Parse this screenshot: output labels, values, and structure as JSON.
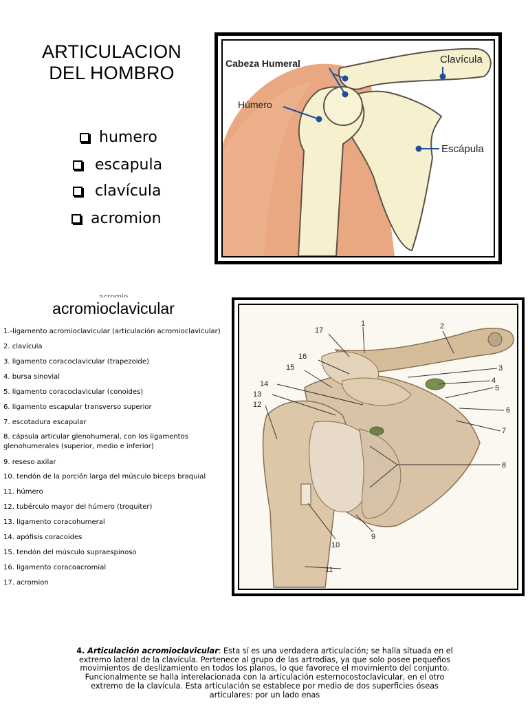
{
  "title": [
    "ARTICULACION",
    "DEL HOMBRO"
  ],
  "bullets": [
    "humero",
    "escapula",
    "clavícula",
    "acromion"
  ],
  "figure1": {
    "labels": {
      "cabeza": "Cabeza Humeral",
      "clavicula": "Clavícula",
      "humero": "Húmero",
      "escapula": "Escápula"
    },
    "colors": {
      "skin": "#e8a782",
      "bone": "#f7f0cf",
      "outline": "#5a5247",
      "pointer": "#1f4f9a"
    }
  },
  "section_title_cut": "acromio",
  "section_title": "acromioclavicular",
  "ligaments": [
    "1.-ligamento acromioclavicular (articulación acromioclavicular)",
    " 2. clavícula",
    "3. ligamento coracoclavicular (trapezoide)",
    "4. bursa sinovial",
    "5. ligamento coracoclavicular (conoides)",
    " 6. ligamento escapular transverso superior",
    "7. escotadura escapular",
    " 8. cápsula articular glenohumeral, con los ligamentos glenohumerales (superior, medio e inferior)",
    " 9. reseso axilar",
    "10. tendón de la porción larga del músculo biceps braquial",
    " 11. húmero",
    "12. tubérculo mayor del húmero (troquiter)",
    "13. ligamento coracohumeral",
    " 14. apófisis coracoides",
    "15. tendón del músculo supraespinoso",
    "16. ligamento coracoacromial",
    "17. acromion"
  ],
  "figure2": {
    "numbers": [
      "17",
      "1",
      "2",
      "16",
      "3",
      "15",
      "4",
      "14",
      "5",
      "13",
      "12",
      "6",
      "7",
      "8",
      "10",
      "9",
      "11"
    ]
  },
  "paragraph": {
    "lead_number": "4. ",
    "lead_title": "Articulación acromioclavicular",
    "body": ": Esta sí es una verdadera articulación; se halla situada en el extremo lateral de la clavícula. Pertenece al grupo de las artrodias, ya que solo posee pequeños movimientos de deslizamiento en todos los planos, lo que favorece el movimiento del conjunto.  Funcionalmente se halla interelacionada con la articulación esternocostoclavicular, en el otro extremo de la clavícula. Esta articulación se establece por medio de dos superficies óseas articulares: por un lado enas"
  }
}
